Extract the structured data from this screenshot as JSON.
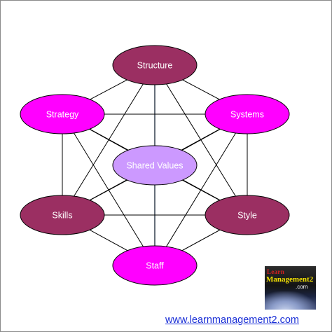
{
  "diagram": {
    "nodes": [
      {
        "id": "structure",
        "label": "Structure",
        "fill": "#9b2f62"
      },
      {
        "id": "strategy",
        "label": "Strategy",
        "fill": "#ff00ff"
      },
      {
        "id": "systems",
        "label": "Systems",
        "fill": "#ff00ff"
      },
      {
        "id": "shared_values",
        "label": "Shared Values",
        "fill": "#cc99ff"
      },
      {
        "id": "skills",
        "label": "Skills",
        "fill": "#9b2f62"
      },
      {
        "id": "style",
        "label": "Style",
        "fill": "#9b2f62"
      },
      {
        "id": "staff",
        "label": "Staff",
        "fill": "#ff00ff"
      }
    ],
    "connections": [
      [
        "structure",
        "strategy"
      ],
      [
        "structure",
        "systems"
      ],
      [
        "structure",
        "skills"
      ],
      [
        "structure",
        "style"
      ],
      [
        "structure",
        "staff"
      ],
      [
        "strategy",
        "systems"
      ],
      [
        "strategy",
        "skills"
      ],
      [
        "strategy",
        "style"
      ],
      [
        "strategy",
        "staff"
      ],
      [
        "systems",
        "skills"
      ],
      [
        "systems",
        "style"
      ],
      [
        "systems",
        "staff"
      ],
      [
        "skills",
        "style"
      ],
      [
        "skills",
        "staff"
      ],
      [
        "style",
        "staff"
      ],
      [
        "shared_values",
        "strategy"
      ],
      [
        "shared_values",
        "systems"
      ],
      [
        "shared_values",
        "skills"
      ],
      [
        "shared_values",
        "style"
      ]
    ],
    "line_color": "#000000",
    "axis_line_color": "#5b8fd6"
  },
  "logo": {
    "line1": "Learn",
    "line2": "Management2",
    "line3": ".com"
  },
  "footer": {
    "website": "www.learnmanagement2.com"
  }
}
